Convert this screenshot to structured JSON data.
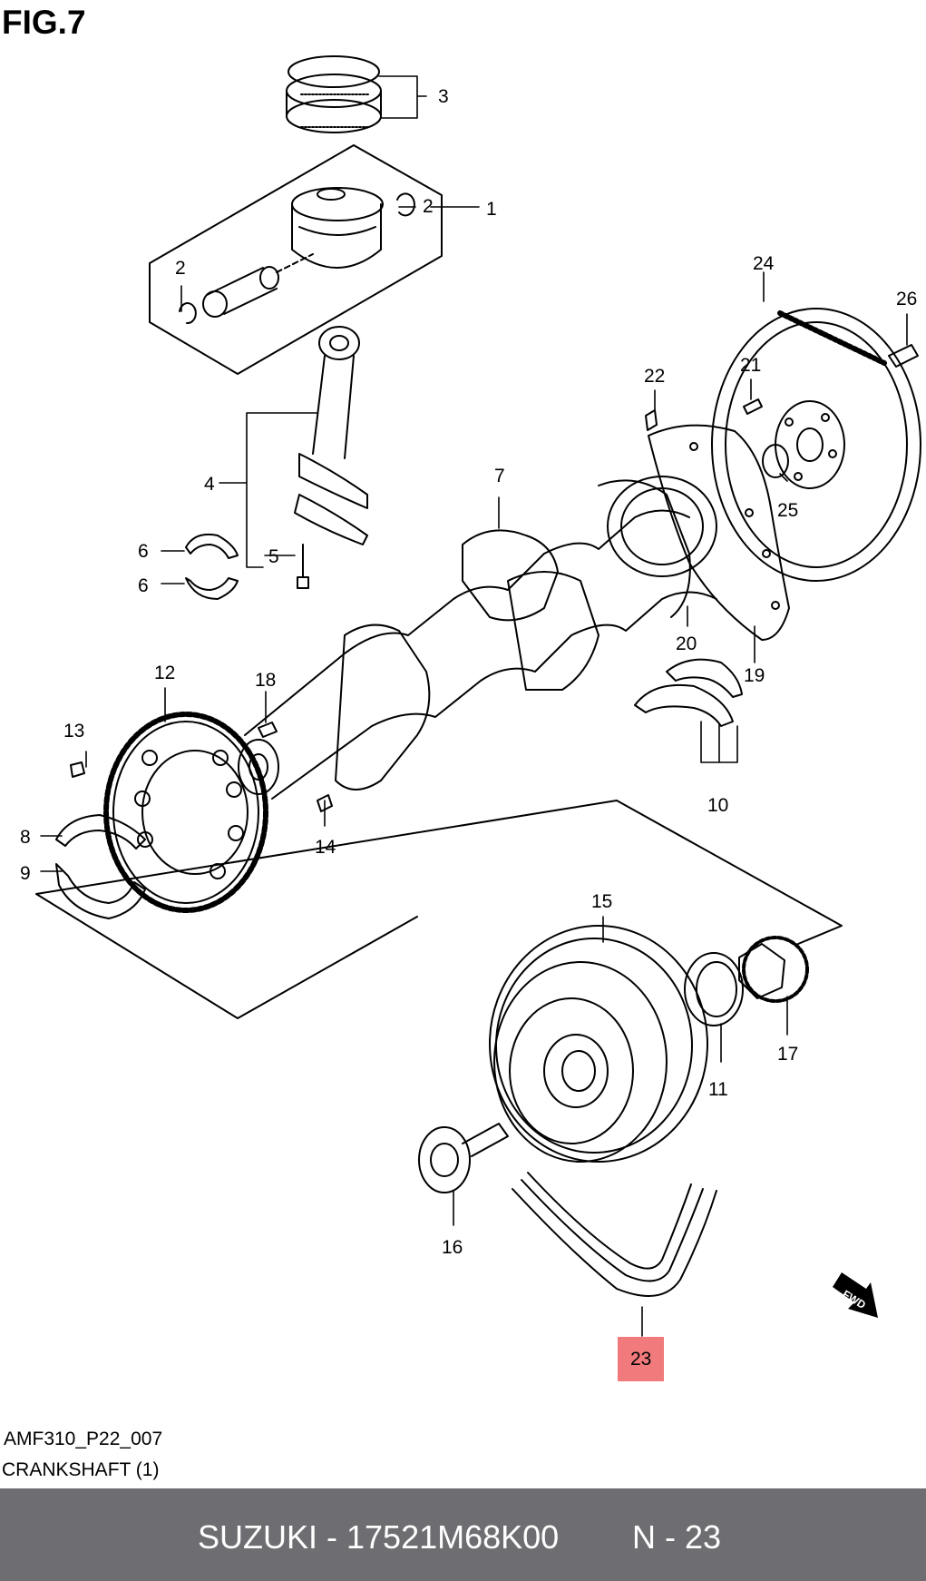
{
  "figure": {
    "title": "FIG.7",
    "code": "AMF310_P22_007",
    "name": "CRANKSHAFT (1)"
  },
  "callouts": [
    "1",
    "2",
    "2",
    "3",
    "4",
    "5",
    "6",
    "6",
    "7",
    "8",
    "9",
    "10",
    "11",
    "12",
    "13",
    "14",
    "15",
    "16",
    "17",
    "18",
    "19",
    "20",
    "21",
    "22",
    "23",
    "24",
    "25",
    "26"
  ],
  "highlight": {
    "label": "23",
    "color": "#f07a7c"
  },
  "fwd_label": "FWD",
  "footer": {
    "brand_part": "SUZUKI - 17521M68K00",
    "position": "N - 23",
    "background": "#6e6e72"
  },
  "icons": [
    "fwd-arrow-icon"
  ]
}
